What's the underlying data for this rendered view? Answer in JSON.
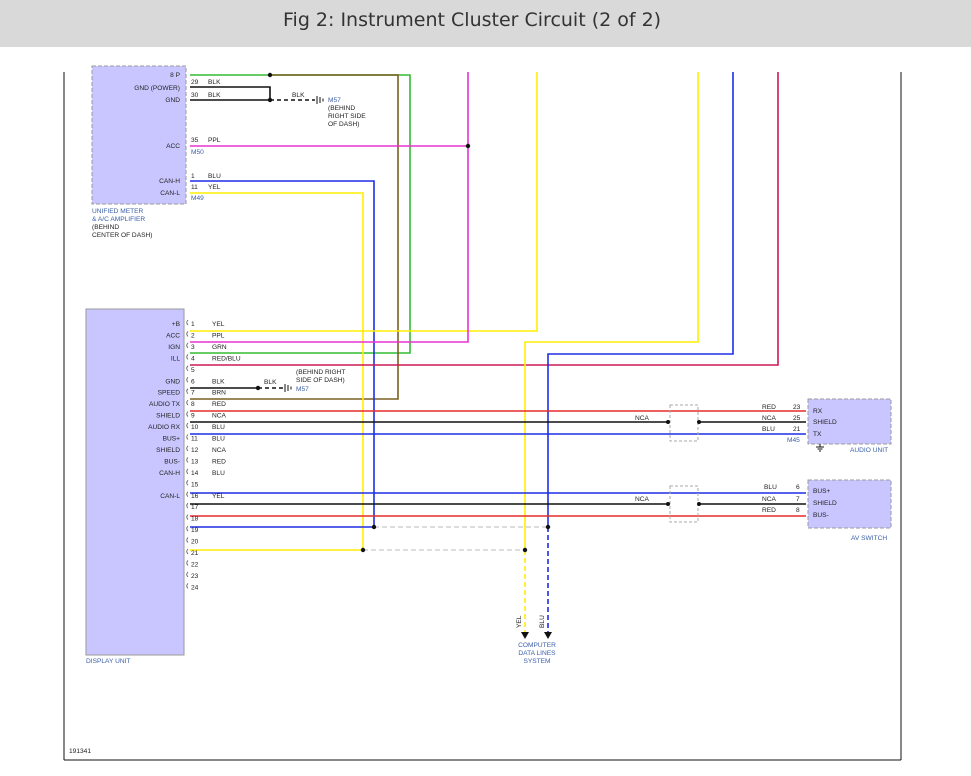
{
  "page": {
    "title": "Fig 2: Instrument Cluster Circuit (2 of 2)",
    "figure_id": "191341"
  },
  "top_module": {
    "name_lines": [
      "UNIFIED METER",
      "& A/C AMPLIFIER",
      "(BEHIND",
      "CENTER OF DASH)"
    ],
    "pins": [
      {
        "label": "8 P",
        "num": "",
        "wire": ""
      },
      {
        "label": "GND (POWER)",
        "num": "29",
        "wire": "BLK"
      },
      {
        "label": "GND",
        "num": "30",
        "wire": "BLK"
      },
      {
        "label": "ACC",
        "num": "35",
        "wire": "PPL"
      },
      {
        "label": "CAN-H",
        "num": "1",
        "wire": "BLU"
      },
      {
        "label": "CAN-L",
        "num": "11",
        "wire": "YEL"
      }
    ],
    "connector_1": "M50",
    "connector_2": "M49",
    "ground_wire": "BLK",
    "ground_ref": "M57",
    "ground_loc_lines": [
      "(BEHIND",
      "RIGHT SIDE",
      "OF DASH)"
    ]
  },
  "display_unit": {
    "name": "DISPLAY UNIT",
    "pins": [
      {
        "num": "1",
        "label": "+B",
        "wire": "YEL"
      },
      {
        "num": "2",
        "label": "ACC",
        "wire": "PPL"
      },
      {
        "num": "3",
        "label": "IGN",
        "wire": "GRN"
      },
      {
        "num": "4",
        "label": "ILL",
        "wire": "RED/BLU"
      },
      {
        "num": "5",
        "label": "",
        "wire": ""
      },
      {
        "num": "6",
        "label": "GND",
        "wire": "BLK"
      },
      {
        "num": "7",
        "label": "SPEED",
        "wire": "BRN"
      },
      {
        "num": "8",
        "label": "AUDIO TX",
        "wire": "RED"
      },
      {
        "num": "9",
        "label": "SHIELD",
        "wire": "NCA"
      },
      {
        "num": "10",
        "label": "AUDIO RX",
        "wire": "BLU"
      },
      {
        "num": "11",
        "label": "BUS+",
        "wire": "BLU"
      },
      {
        "num": "12",
        "label": "SHIELD",
        "wire": "NCA"
      },
      {
        "num": "13",
        "label": "BUS-",
        "wire": "RED"
      },
      {
        "num": "14",
        "label": "CAN-H",
        "wire": "BLU"
      },
      {
        "num": "15",
        "label": "",
        "wire": ""
      },
      {
        "num": "16",
        "label": "CAN-L",
        "wire": "YEL"
      },
      {
        "num": "17",
        "label": "",
        "wire": ""
      },
      {
        "num": "18",
        "label": "",
        "wire": ""
      },
      {
        "num": "19",
        "label": "",
        "wire": ""
      },
      {
        "num": "20",
        "label": "",
        "wire": ""
      },
      {
        "num": "21",
        "label": "",
        "wire": ""
      },
      {
        "num": "22",
        "label": "",
        "wire": ""
      },
      {
        "num": "23",
        "label": "",
        "wire": ""
      },
      {
        "num": "24",
        "label": "",
        "wire": ""
      }
    ],
    "ground_wire": "BLK",
    "ground_ref": "M57",
    "ground_loc_lines": [
      "(BEHIND RIGHT",
      "SIDE OF DASH)"
    ]
  },
  "audio_unit": {
    "name": "AUDIO UNIT",
    "connector": "M45",
    "mid_shield_label": "NCA",
    "pins": [
      {
        "label": "RX",
        "num": "23",
        "wire": "RED"
      },
      {
        "label": "SHIELD",
        "num": "25",
        "wire": "NCA"
      },
      {
        "label": "TX",
        "num": "21",
        "wire": "BLU"
      }
    ]
  },
  "av_switch": {
    "name": "AV SWITCH",
    "mid_shield_label": "NCA",
    "pins": [
      {
        "label": "BUS+",
        "num": "6",
        "wire": "BLU"
      },
      {
        "label": "SHIELD",
        "num": "7",
        "wire": "NCA"
      },
      {
        "label": "BUS-",
        "num": "8",
        "wire": "RED"
      }
    ]
  },
  "data_lines": {
    "name_lines": [
      "COMPUTER",
      "DATA LINES",
      "SYSTEM"
    ],
    "wire_1": "YEL",
    "wire_2": "BLU"
  },
  "colors": {
    "yellow": "#ffee00",
    "magenta": "#e832d6",
    "green": "#33bb33",
    "brown": "#7a6020",
    "red": "#e62c2c",
    "blue": "#1e2fe6",
    "black": "#111111",
    "crimson": "#cc1a55",
    "module_fill": "#c9c6ff",
    "module_border": "#9a9a9a",
    "title_bg": "#d9d9d9"
  }
}
